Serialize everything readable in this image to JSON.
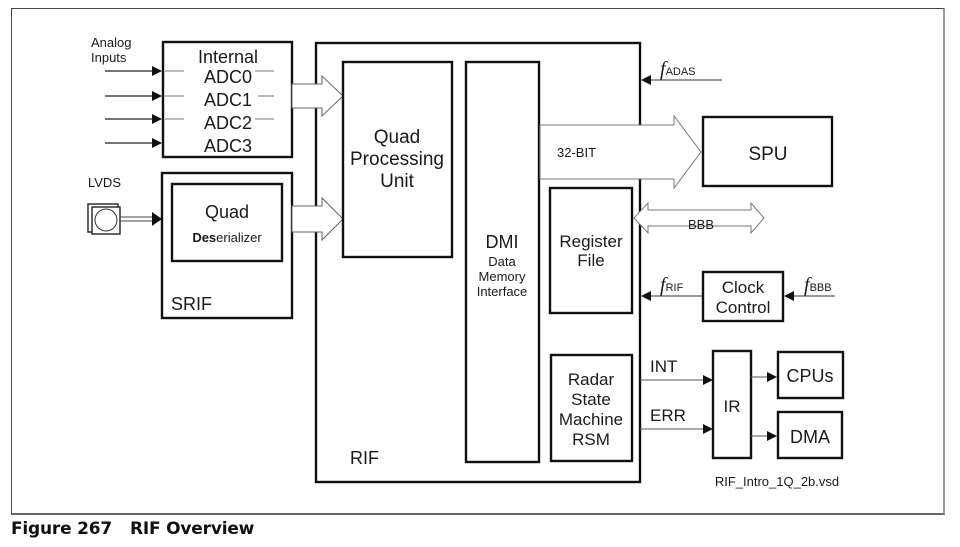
{
  "figure": {
    "number_label": "Figure 267",
    "title": "RIF Overview",
    "file_name": "RIF_Intro_1Q_2b.vsd"
  },
  "inputs": {
    "analog_line1": "Analog",
    "analog_line2": "Inputs",
    "lvds": "LVDS"
  },
  "adc_block": {
    "title": "Internal",
    "channels": [
      "ADC0",
      "ADC1",
      "ADC2",
      "ADC3"
    ]
  },
  "srif_block": {
    "label": "SRIF",
    "inner_line1": "Quad",
    "inner_line2_bold": "Des",
    "inner_line2_rest": "erializer"
  },
  "rif_block": {
    "label": "RIF",
    "qpu": [
      "Quad",
      "Processing",
      "Unit"
    ],
    "dmi_title": "DMI",
    "dmi_sub": [
      "Data",
      "Memory",
      "Interface"
    ],
    "register_file": [
      "Register",
      "File"
    ],
    "rsm": [
      "Radar",
      "State",
      "Machine",
      "RSM"
    ]
  },
  "buses": {
    "bus32": "32-BIT",
    "bbb": "BBB"
  },
  "clocks": {
    "f_symbol": "f",
    "adas_sub": "ADAS",
    "rif_sub": "RIF",
    "bbb_sub": "BBB",
    "clock_control": [
      "Clock",
      "Control"
    ]
  },
  "external": {
    "spu": "SPU",
    "ir": "IR",
    "cpus": "CPUs",
    "dma": "DMA"
  },
  "signals": {
    "int": "INT",
    "err": "ERR"
  }
}
